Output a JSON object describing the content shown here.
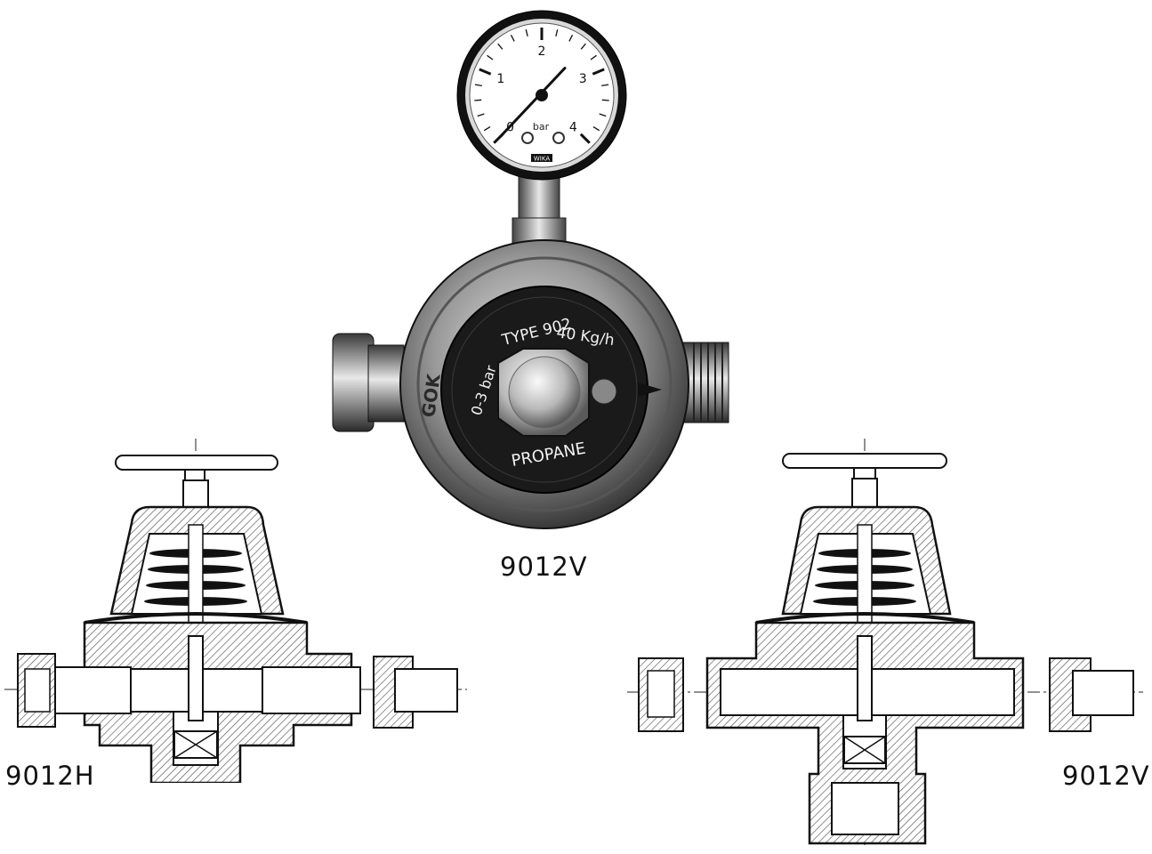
{
  "captions": {
    "photo": "9012V",
    "left": "9012H",
    "right": "9012V"
  },
  "gauge": {
    "ticks": [
      "0",
      "1",
      "2",
      "3",
      "4"
    ],
    "unit": "bar",
    "brand": "WIKA",
    "value_bar": 0
  },
  "regulator": {
    "label_type": "TYPE 902",
    "label_flow": "40 Kg/h",
    "label_range": "0-3 bar",
    "label_gas": "PROPANE",
    "logo": "GOK"
  }
}
